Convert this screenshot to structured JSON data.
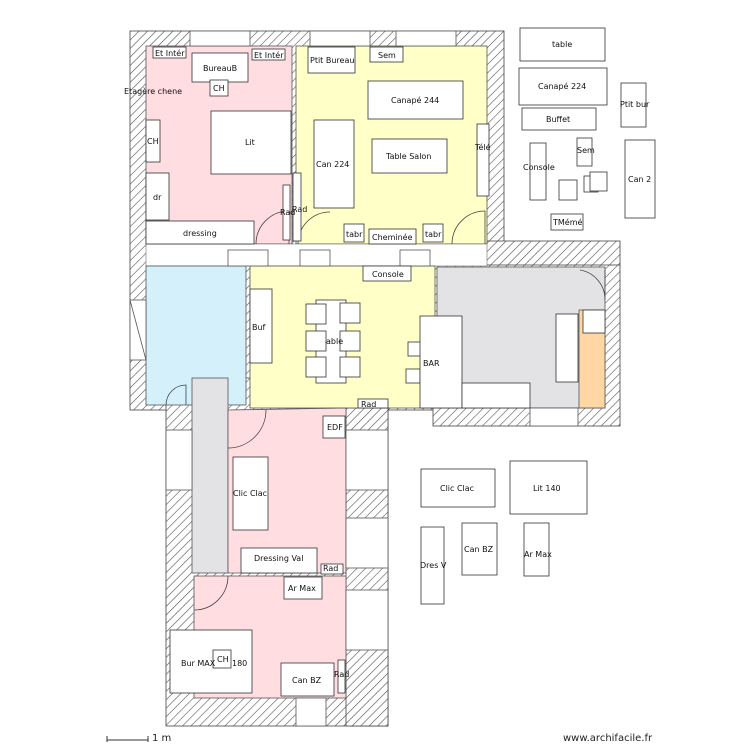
{
  "labels": {
    "etag_chene": "Etagère chene",
    "et_inter_1": "Et Intér",
    "bureau_b": "BureauB",
    "et_inter_2": "Et Intér",
    "ptit_bureau": "Ptit Bureau",
    "sem_1": "Sem",
    "ch_1": "CH",
    "ch_2": "CH",
    "lit": "Lit",
    "dr": "dr",
    "dressing": "dressing",
    "rad_1": "Rad",
    "rad_2": "Rad",
    "canape_244_1": "Canapé 244",
    "can_224": "Can 224",
    "table_salon": "Table Salon",
    "tele": "Télé",
    "tabr_1": "tabr",
    "cheminee": "Cheminée",
    "tabr_2": "tabr",
    "console_1": "Console",
    "buf": "Buf",
    "table_center": "able",
    "bar": "BAR",
    "rad_3": "Rad",
    "edf": "EDF",
    "clic_clac_1": "Clic Clac",
    "dressing_val": "Dressing Val",
    "rad_4": "Rad",
    "ar_max_1": "Ar Max",
    "bur_max": "Bur MAX",
    "ch_3": "CH",
    "n180": "180",
    "can_bz_1": "Can BZ",
    "rad_5": "Rad",
    "table_out": "table",
    "canape_224": "Canapé 224",
    "ptit_bur": "Ptit bur",
    "buffet": "Buffet",
    "console_2": "Console",
    "sem_2": "Sem",
    "can_2": "Can 2",
    "tmeme": "TMémé",
    "clic_clac_2": "Clic Clac",
    "lit_140": "Lit 140",
    "can_bz_2": "Can BZ",
    "ar_max_2": "Ar Max",
    "dres_v": "Dres V"
  },
  "footer": {
    "scale": "1 m",
    "site": "www.archifacile.fr"
  },
  "colors": {
    "wall_hatch": "#555555",
    "room_pink": "#ffdde1",
    "room_yellow": "#ffffc8",
    "room_blue": "#d3f0fb",
    "room_grey": "#e3e3e6",
    "room_orange": "#fed7a4"
  }
}
